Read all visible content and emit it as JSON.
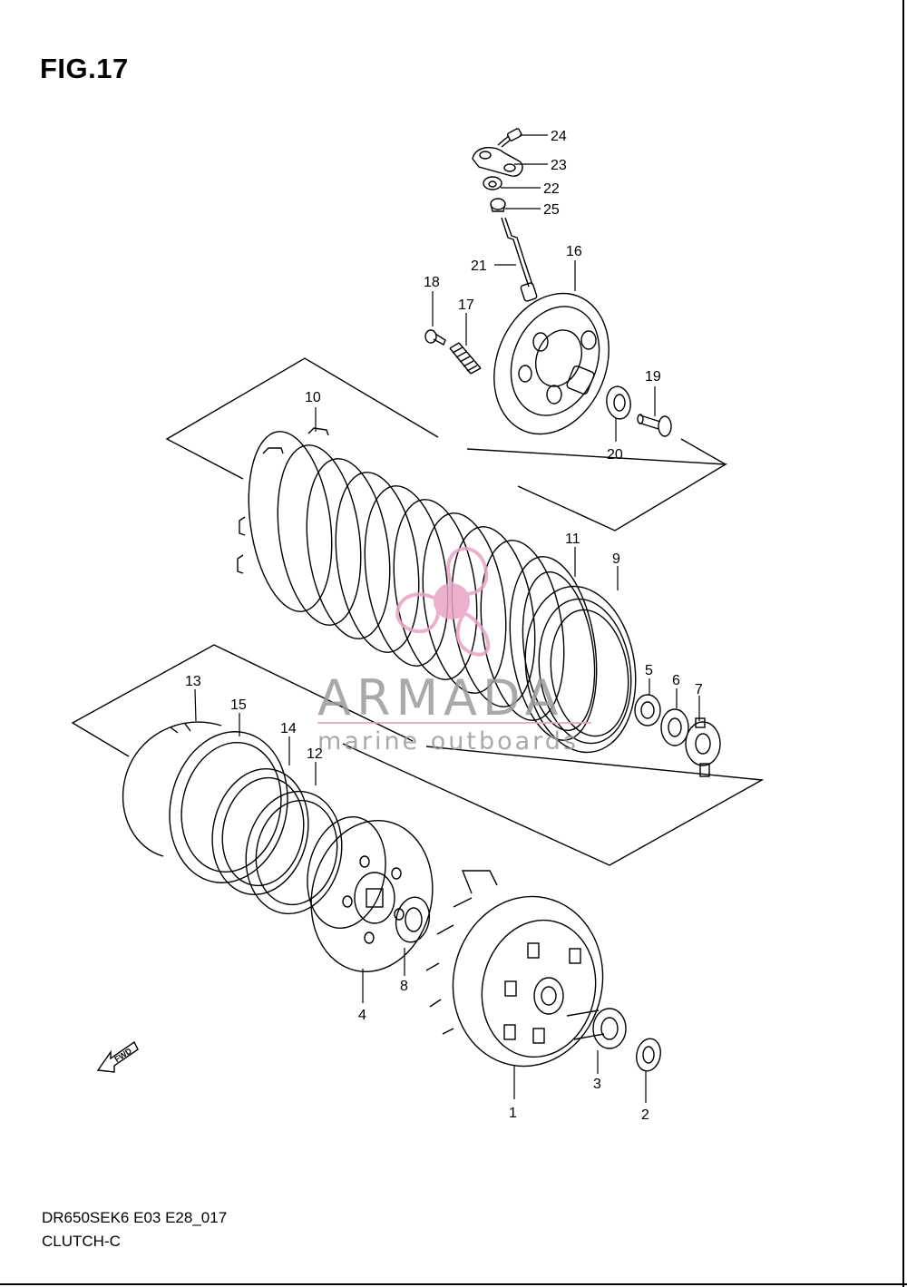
{
  "figure": {
    "title": "FIG.17",
    "model_code": "DR650SEK6 E03 E28_017",
    "section_name": "CLUTCH-C"
  },
  "watermark": {
    "brand": "ARMADA",
    "tagline": "marine outboards",
    "color_logo": "#e8a3c4",
    "color_text": "#9b9b9b"
  },
  "fwd_label": "FWD",
  "callouts": [
    {
      "id": "24",
      "label": "24"
    },
    {
      "id": "23",
      "label": "23"
    },
    {
      "id": "22",
      "label": "22"
    },
    {
      "id": "25",
      "label": "25"
    },
    {
      "id": "21",
      "label": "21"
    },
    {
      "id": "16",
      "label": "16"
    },
    {
      "id": "18",
      "label": "18"
    },
    {
      "id": "17",
      "label": "17"
    },
    {
      "id": "19",
      "label": "19"
    },
    {
      "id": "20",
      "label": "20"
    },
    {
      "id": "10",
      "label": "10"
    },
    {
      "id": "11",
      "label": "11"
    },
    {
      "id": "9",
      "label": "9"
    },
    {
      "id": "5",
      "label": "5"
    },
    {
      "id": "6",
      "label": "6"
    },
    {
      "id": "7",
      "label": "7"
    },
    {
      "id": "13",
      "label": "13"
    },
    {
      "id": "15",
      "label": "15"
    },
    {
      "id": "14",
      "label": "14"
    },
    {
      "id": "12",
      "label": "12"
    },
    {
      "id": "8",
      "label": "8"
    },
    {
      "id": "4",
      "label": "4"
    },
    {
      "id": "3",
      "label": "3"
    },
    {
      "id": "1",
      "label": "1"
    },
    {
      "id": "2",
      "label": "2"
    }
  ]
}
